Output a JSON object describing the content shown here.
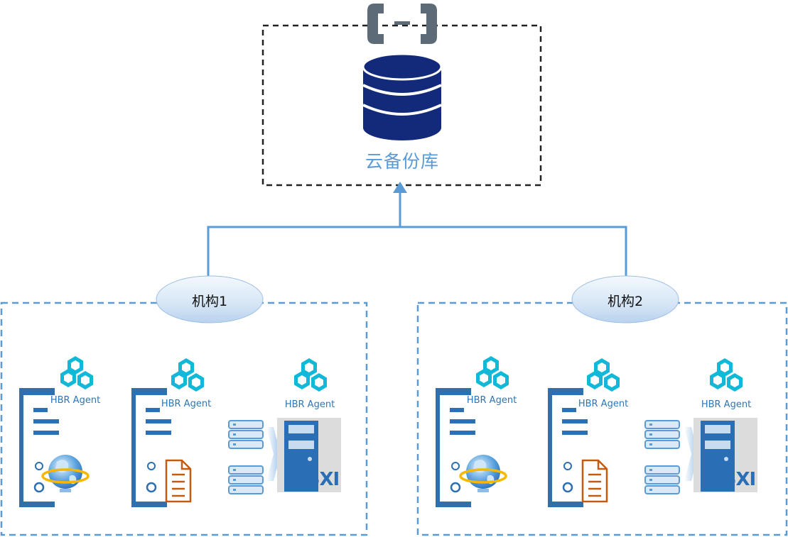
{
  "cloud": {
    "label": "云备份库"
  },
  "orgs": [
    {
      "label": "机构1",
      "agents": [
        "HBR Agent",
        "HBR Agent",
        "HBR Agent"
      ],
      "esxi": "ESXI"
    },
    {
      "label": "机构2",
      "agents": [
        "HBR Agent",
        "HBR Agent",
        "HBR Agent"
      ],
      "esxi": "ESXI"
    }
  ],
  "colors": {
    "dashed_border_top": "#222222",
    "dashed_border_org": "#5b9bd5",
    "connector": "#5b9bd5",
    "database": "#132a7a",
    "agent_icon": "#12b8d8",
    "server": "#2e6fb0",
    "file_icon": "#c55a11"
  },
  "icons": [
    "cloud-logo-icon",
    "database-icon",
    "hbr-agent-icon",
    "server-icon",
    "globe-icon",
    "file-icon",
    "storage-stack-icon",
    "esxi-server-icon"
  ]
}
